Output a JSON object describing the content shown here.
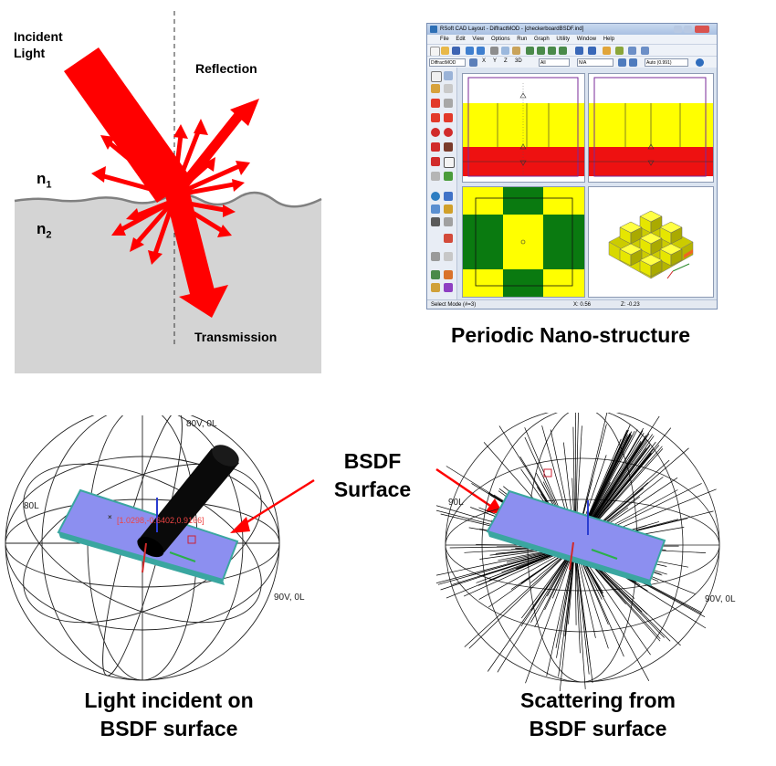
{
  "diagram": {
    "labels": {
      "incident_light": "Incident\nLight",
      "reflection": "Reflection",
      "transmission": "Transmission",
      "n1_base": "n",
      "n1_sub": "1",
      "n2_base": "n",
      "n2_sub": "2"
    },
    "captions": {
      "periodic": "Periodic Nano-structure",
      "bsdf_surface": "BSDF\nSurface",
      "incident_caption": "Light incident on\nBSDF surface",
      "scattering_caption": "Scattering from\nBSDF surface"
    },
    "sphere_labels": {
      "top_left_sphere": "80V, 0L",
      "left_left_sphere": "80L",
      "right_left_sphere": "90V, 0L",
      "coord_left_sphere": "[1.0298,-0.6402,0.9166]",
      "left_right_sphere": "90L",
      "right_right_sphere": "90V, 0L"
    },
    "colors": {
      "red": "#ff0000",
      "medium": "#d4d4d4",
      "plate": "#8c8ff0",
      "plate_edge": "#3aa6a0",
      "yellow": "#ffff00",
      "green": "#0a7a10",
      "cad_red": "#ee1111"
    }
  },
  "cad_window": {
    "title": "RSoft CAD Layout - DiffractMOD - [checkerboardBSDF.ind]",
    "menus": [
      "File",
      "Edit",
      "View",
      "Options",
      "Run",
      "Graph",
      "Utility",
      "Window",
      "Help"
    ],
    "toolbar2": {
      "module": "DiffractMOD",
      "axis_x": "X",
      "axis_y": "Y",
      "axis_z": "Z",
      "view_3d": "3D",
      "field_all": "All",
      "field_na": "N/A",
      "zoom": "Auto (0.991)"
    },
    "status": {
      "mode": "Select Mode (#=3)",
      "x": "X: 0.56",
      "z": "Z: -0.23"
    }
  }
}
